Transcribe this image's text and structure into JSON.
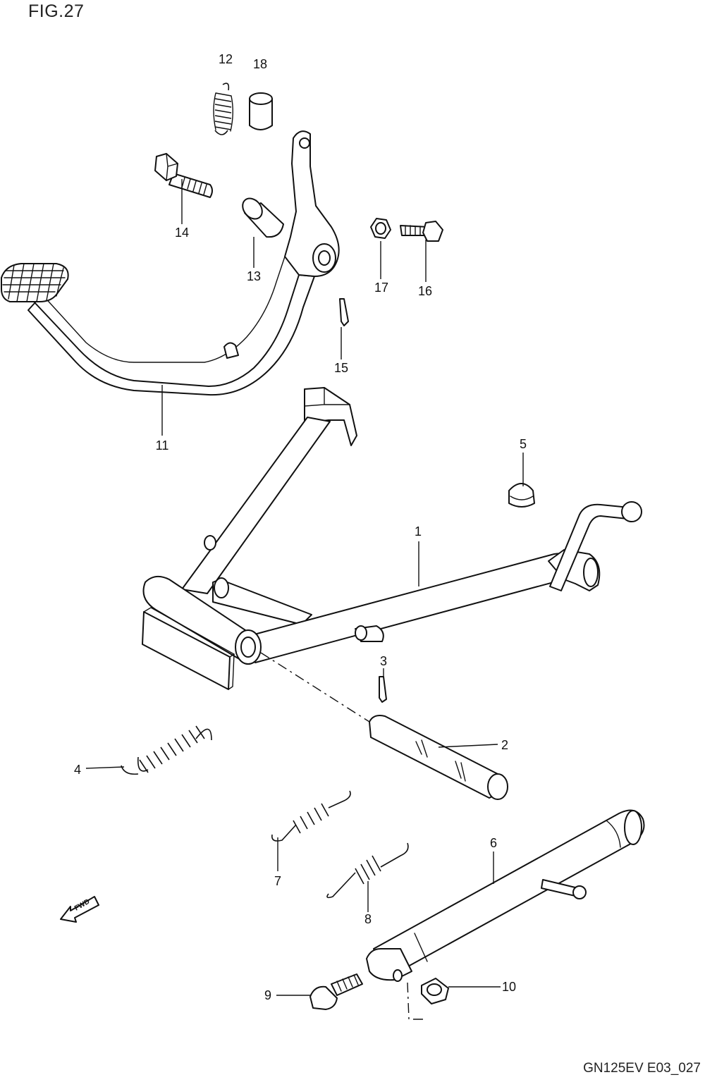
{
  "figure": {
    "title": "FIG.27",
    "code": "GN125EV E03_027",
    "direction_arrow": "FWD"
  },
  "callouts": [
    {
      "id": "c1",
      "label": "1"
    },
    {
      "id": "c2",
      "label": "2"
    },
    {
      "id": "c3",
      "label": "3"
    },
    {
      "id": "c4",
      "label": "4"
    },
    {
      "id": "c5",
      "label": "5"
    },
    {
      "id": "c6",
      "label": "6"
    },
    {
      "id": "c7",
      "label": "7"
    },
    {
      "id": "c8",
      "label": "8"
    },
    {
      "id": "c9",
      "label": "9"
    },
    {
      "id": "c10",
      "label": "10"
    },
    {
      "id": "c11",
      "label": "11"
    },
    {
      "id": "c12",
      "label": "12"
    },
    {
      "id": "c13",
      "label": "13"
    },
    {
      "id": "c14",
      "label": "14"
    },
    {
      "id": "c15",
      "label": "15"
    },
    {
      "id": "c16",
      "label": "16"
    },
    {
      "id": "c17",
      "label": "17"
    },
    {
      "id": "c18",
      "label": "18"
    }
  ]
}
